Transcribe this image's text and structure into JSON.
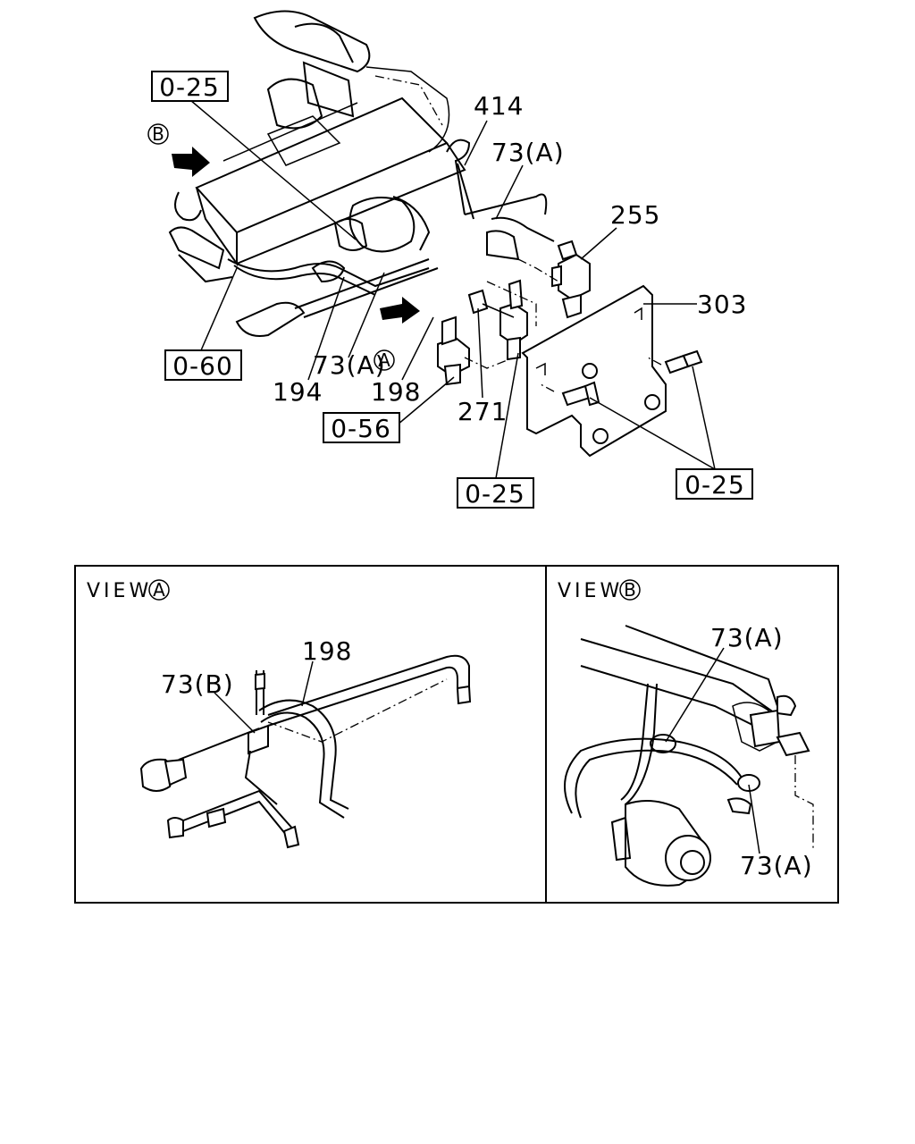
{
  "callouts": {
    "ref_top_left": "0-25",
    "ref_left_mid": "0-60",
    "ref_mid": "0-56",
    "ref_bottom_mid": "0-25",
    "ref_bottom_right": "0-25",
    "part_414": "414",
    "part_73a_top": "73(A)",
    "part_255": "255",
    "part_303": "303",
    "part_194": "194",
    "part_73a_mid": "73(A)",
    "part_198": "198",
    "part_271": "271"
  },
  "view_markers": {
    "a": "A",
    "b": "B"
  },
  "view_a": {
    "title": "VIEW",
    "letter": "A",
    "part_198": "198",
    "part_73b": "73(B)"
  },
  "view_b": {
    "title": "VIEW",
    "letter": "B",
    "part_73a_top": "73(A)",
    "part_73a_bottom": "73(A)"
  }
}
